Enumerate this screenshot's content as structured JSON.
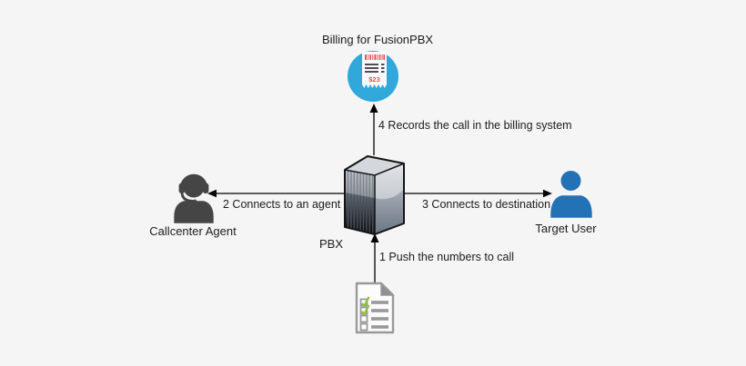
{
  "canvas": {
    "background": "#f5f5f6"
  },
  "nodes": {
    "billing": {
      "label": "Billing for FusionPBX",
      "receipt_amount": "$23",
      "circle_color": "#30a8da",
      "accent_red": "#e25555",
      "icon": "receipt-icon"
    },
    "pbx": {
      "label": "PBX",
      "icon": "server-icon"
    },
    "agent": {
      "label": "Callcenter Agent",
      "color": "#454545",
      "icon": "support-agent-icon"
    },
    "target_user": {
      "label": "Target User",
      "color": "#2272b5",
      "icon": "user-icon"
    },
    "call_list": {
      "icon": "checklist-document-icon",
      "check_color": "#8cc63f",
      "line_color": "#999999"
    }
  },
  "edges": {
    "push_numbers": {
      "label": "1 Push the numbers to call",
      "from": "call_list",
      "to": "pbx"
    },
    "connect_agent": {
      "label": "2 Connects to an agent",
      "from": "pbx",
      "to": "agent"
    },
    "connect_destination": {
      "label": "3 Connects to destination",
      "from": "pbx",
      "to": "target_user"
    },
    "record_billing": {
      "label": "4 Records the call in the billing system",
      "from": "pbx",
      "to": "billing"
    }
  }
}
